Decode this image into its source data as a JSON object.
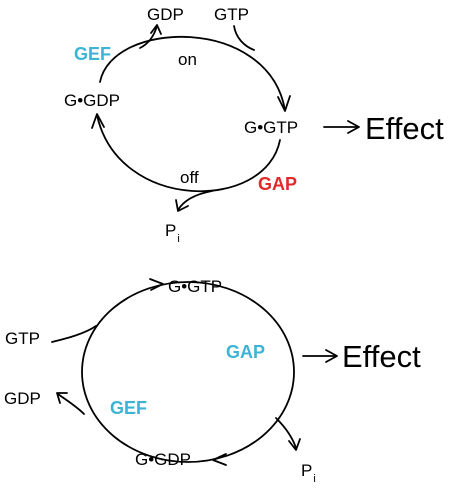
{
  "colors": {
    "gef": "#3cb4d6",
    "gap_top": "#e02a2a",
    "gap_bottom": "#3cb4d6",
    "ink": "#000000"
  },
  "top_cycle": {
    "gdp": "GDP",
    "gtp": "GTP",
    "gef": "GEF",
    "on": "on",
    "g_gdp": "G•GDP",
    "g_gtp": "G•GTP",
    "effect": "Effect",
    "off": "off",
    "gap": "GAP",
    "pi_main": "P",
    "pi_sub": "i"
  },
  "bottom_cycle": {
    "g_gtp": "G•GTP",
    "gtp": "GTP",
    "gap": "GAP",
    "effect": "Effect",
    "gdp": "GDP",
    "gef": "GEF",
    "g_gdp": "G•GDP",
    "pi_main": "P",
    "pi_sub": "i"
  }
}
